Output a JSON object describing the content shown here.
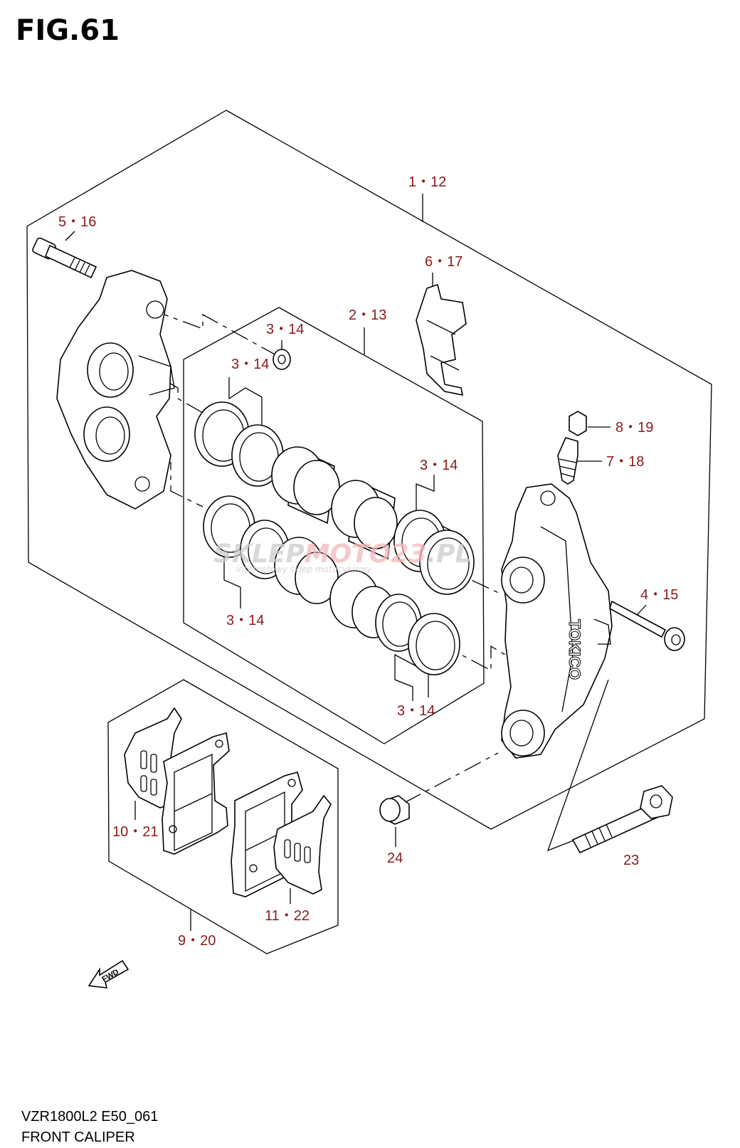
{
  "figure": {
    "title": "FIG.61"
  },
  "labels": [
    {
      "id": "1-12",
      "text": "1・12"
    },
    {
      "id": "5-16",
      "text": "5・16"
    },
    {
      "id": "6-17",
      "text": "6・17"
    },
    {
      "id": "2-13",
      "text": "2・13"
    },
    {
      "id": "3-14-a",
      "text": "3・14"
    },
    {
      "id": "3-14-b",
      "text": "3・14"
    },
    {
      "id": "3-14-c",
      "text": "3・14"
    },
    {
      "id": "3-14-d",
      "text": "3・14"
    },
    {
      "id": "3-14-e",
      "text": "3・14"
    },
    {
      "id": "8-19",
      "text": "8・19"
    },
    {
      "id": "7-18",
      "text": "7・18"
    },
    {
      "id": "4-15",
      "text": "4・15"
    },
    {
      "id": "10-21",
      "text": "10・21"
    },
    {
      "id": "11-22",
      "text": "11・22"
    },
    {
      "id": "9-20",
      "text": "9・20"
    },
    {
      "id": "24",
      "text": "24"
    },
    {
      "id": "23",
      "text": "23"
    }
  ],
  "caliper_brand": "TOKICO",
  "fwd_marker": "FWD",
  "watermark": {
    "brand_a": "SKLEP",
    "brand_b": "MOTO",
    "brand_c": "23",
    "brand_d": ".PL",
    "tagline": "internetowy sklep motocyklowy"
  },
  "footer": {
    "model_code": "VZR1800L2 E50_061",
    "section_name": "FRONT CALIPER"
  },
  "colors": {
    "label": "#8b1a1a",
    "line": "#000000",
    "watermark": "#cccccc",
    "watermark_accent": "#f2b8b8"
  }
}
